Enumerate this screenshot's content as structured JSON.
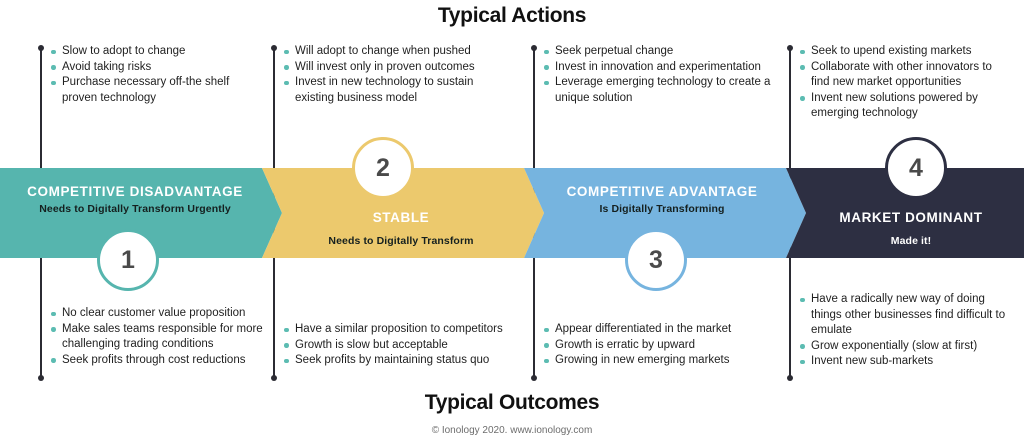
{
  "headings": {
    "top": "Typical Actions",
    "bottom": "Typical Outcomes",
    "credit": "© Ionology 2020. www.ionology.com"
  },
  "colors": {
    "stage1": "#56b5ae",
    "stage2": "#ecc96d",
    "stage3": "#76b4df",
    "stage4": "#2d2f42",
    "bullet": "#5cbcb2",
    "connector": "#2b2b33",
    "numeral": "#4a4a4a"
  },
  "stages": [
    {
      "number": "1",
      "title": "COMPETITIVE DISADVANTAGE",
      "subtitle": "Needs to Digitally Transform Urgently",
      "actions": [
        "Slow to adopt to change",
        "Avoid taking risks",
        "Purchase necessary off-the shelf proven technology"
      ],
      "outcomes": [
        "No clear customer value proposition",
        "Make sales teams responsible for more challenging trading conditions",
        "Seek profits through cost reductions"
      ]
    },
    {
      "number": "2",
      "title": "STABLE",
      "subtitle": "Needs to Digitally Transform",
      "actions": [
        "Will adopt to change when pushed",
        "Will invest only in proven outcomes",
        "Invest in new technology to sustain existing business model"
      ],
      "outcomes": [
        "Have a similar proposition to competitors",
        "Growth is slow but acceptable",
        "Seek profits by maintaining status quo"
      ]
    },
    {
      "number": "3",
      "title": "COMPETITIVE ADVANTAGE",
      "subtitle": "Is Digitally Transforming",
      "actions": [
        "Seek perpetual change",
        "Invest in innovation and experimentation",
        "Leverage emerging technology to create a unique solution"
      ],
      "outcomes": [
        "Appear differentiated in the market",
        "Growth is erratic by upward",
        "Growing in new emerging markets"
      ]
    },
    {
      "number": "4",
      "title": "MARKET DOMINANT",
      "subtitle": "Made it!",
      "actions": [
        "Seek to upend existing markets",
        "Collaborate with other innovators to find new market opportunities",
        "Invent new solutions powered by emerging technology"
      ],
      "outcomes": [
        "Have a radically new way of doing things other businesses find difficult to emulate",
        "Grow exponentially (slow at first)",
        "Invent new sub-markets"
      ]
    }
  ]
}
